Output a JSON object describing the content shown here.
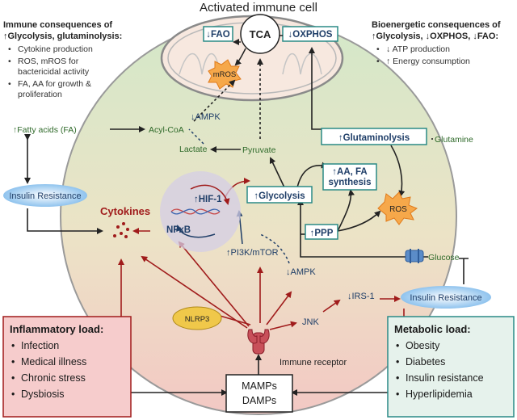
{
  "title": "Activated immune cell",
  "immune_consequences": {
    "heading_1": "Immune consequences of",
    "heading_2": "↑Glycolysis, glutaminolysis:",
    "items": [
      "Cytokine production",
      "ROS, mROS for",
      "bactericidal activity",
      "FA, AA for growth &",
      "proliferation"
    ]
  },
  "bioenergetic_consequences": {
    "heading_1": "Bioenergetic consequences of",
    "heading_2": "↑Glycolysis, ↓OXPHOS, ↓FAO:",
    "items": [
      "↓ ATP production",
      "↑ Energy consumption"
    ]
  },
  "mitochondrion": {
    "fao": "↓FAO",
    "tca": "TCA",
    "oxphos": "↓OXPHOS",
    "mros": "mROS"
  },
  "nodes": {
    "fatty_acids": "↑Fatty acids (FA)",
    "acyl_coa": "Acyl-CoA",
    "ampk_top": "↓AMPK",
    "lactate": "Lactate",
    "pyruvate": "Pyruvate",
    "glutaminolysis": "↑Glutaminolysis",
    "glutamine": "Glutamine",
    "insulin_resistance_left": "Insulin Resistance",
    "cytokines": "Cytokines",
    "hif1": "↑HIF-1",
    "nfkb": "NFκB",
    "glycolysis": "↑Glycolysis",
    "aa_fa_1": "↑AA, FA",
    "aa_fa_2": "synthesis",
    "ros": "ROS",
    "ppp": "↑PPP",
    "pi3k": "↑PI3K/mTOR",
    "glucose": "Glucose",
    "ampk_bottom": "↓AMPK",
    "irs1": "↓IRS-1",
    "insulin_resistance_right": "Insulin Resistance",
    "jnk": "JNK",
    "nlrp3": "NLRP3",
    "immune_receptor": "Immune receptor",
    "mamps": "MAMPs",
    "damps": "DAMPs"
  },
  "inflammatory_load": {
    "heading": "Inflammatory load:",
    "items": [
      "Infection",
      "Medical illness",
      "Chronic stress",
      "Dysbiosis"
    ]
  },
  "metabolic_load": {
    "heading": "Metabolic load:",
    "items": [
      "Obesity",
      "Diabetes",
      "Insulin resistance",
      "Hyperlipidemia"
    ]
  },
  "colors": {
    "green_text": "#2f6a2a",
    "navy": "#1f3e68",
    "red_arrow": "#a01b1b",
    "teal_box": "#2a8a86",
    "inflammatory_fill": "#f6cccc",
    "metabolic_fill": "#e6f2ec"
  }
}
